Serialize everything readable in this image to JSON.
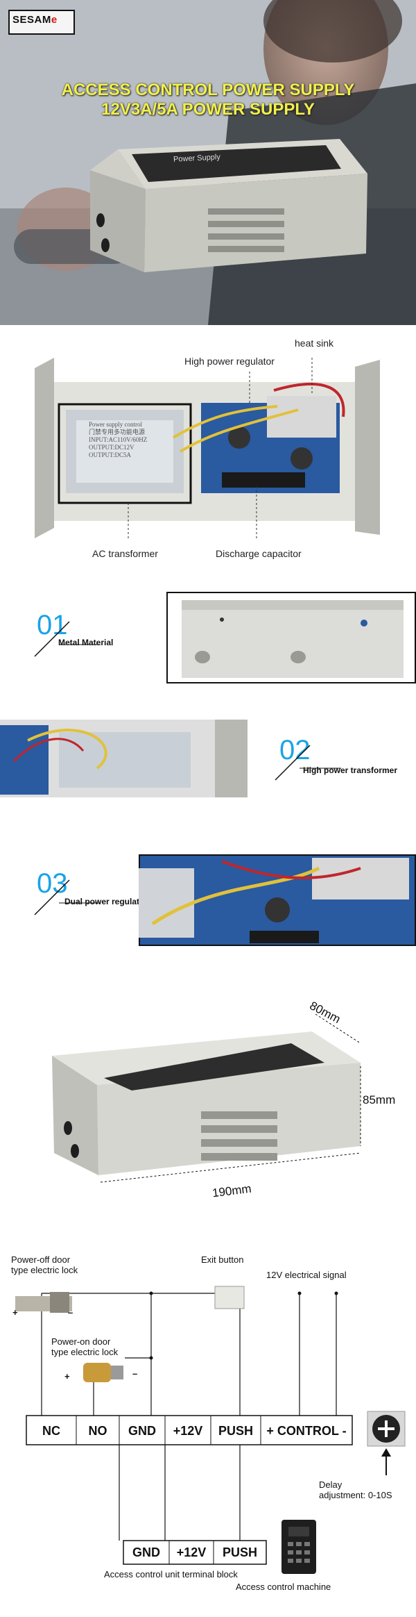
{
  "brand": {
    "logo_main": "SESAM",
    "logo_accent": "e"
  },
  "hero": {
    "title_line1": "ACCESS CONTROL POWER SUPPLY",
    "title_line2": "12V3A/5A POWER SUPPLY",
    "panel_label": "Power Supply"
  },
  "internal": {
    "heat_sink": "heat sink",
    "regulator": "High power regulator",
    "ac_transformer": "AC transformer",
    "capacitor": "Discharge capacitor",
    "transformer_label": [
      "Power supply control",
      "门禁专用多功能电源",
      "INPUT:AC110V/60HZ",
      "OUTPUT:DC12V",
      "OUTPUT:DC5A"
    ]
  },
  "features": [
    {
      "number": "01",
      "label": "Metal Material"
    },
    {
      "number": "02",
      "label": "High power transformer"
    },
    {
      "number": "03",
      "label": "Dual power regulator"
    }
  ],
  "dimensions": {
    "length": "190mm",
    "width": "80mm",
    "height": "85mm"
  },
  "wiring": {
    "power_off_lock": "Power-off door type electric lock",
    "power_off_lock_line1": "Power-off door",
    "power_off_lock_line2": "type electric lock",
    "power_on_lock_line1": "Power-on door",
    "power_on_lock_line2": "type electric lock",
    "exit_button": "Exit button",
    "signal": "12V electrical signal",
    "terminals": [
      "NC",
      "NO",
      "GND",
      "+12V",
      "PUSH",
      "+ CONTROL -"
    ],
    "delay_line1": "Delay",
    "delay_line2": "adjustment: 0-10S",
    "unit_terminals": [
      "GND",
      "+12V",
      "PUSH"
    ],
    "unit_block_label": "Access control unit terminal block",
    "machine_label": "Access control machine",
    "plus": "+",
    "minus": "–"
  }
}
